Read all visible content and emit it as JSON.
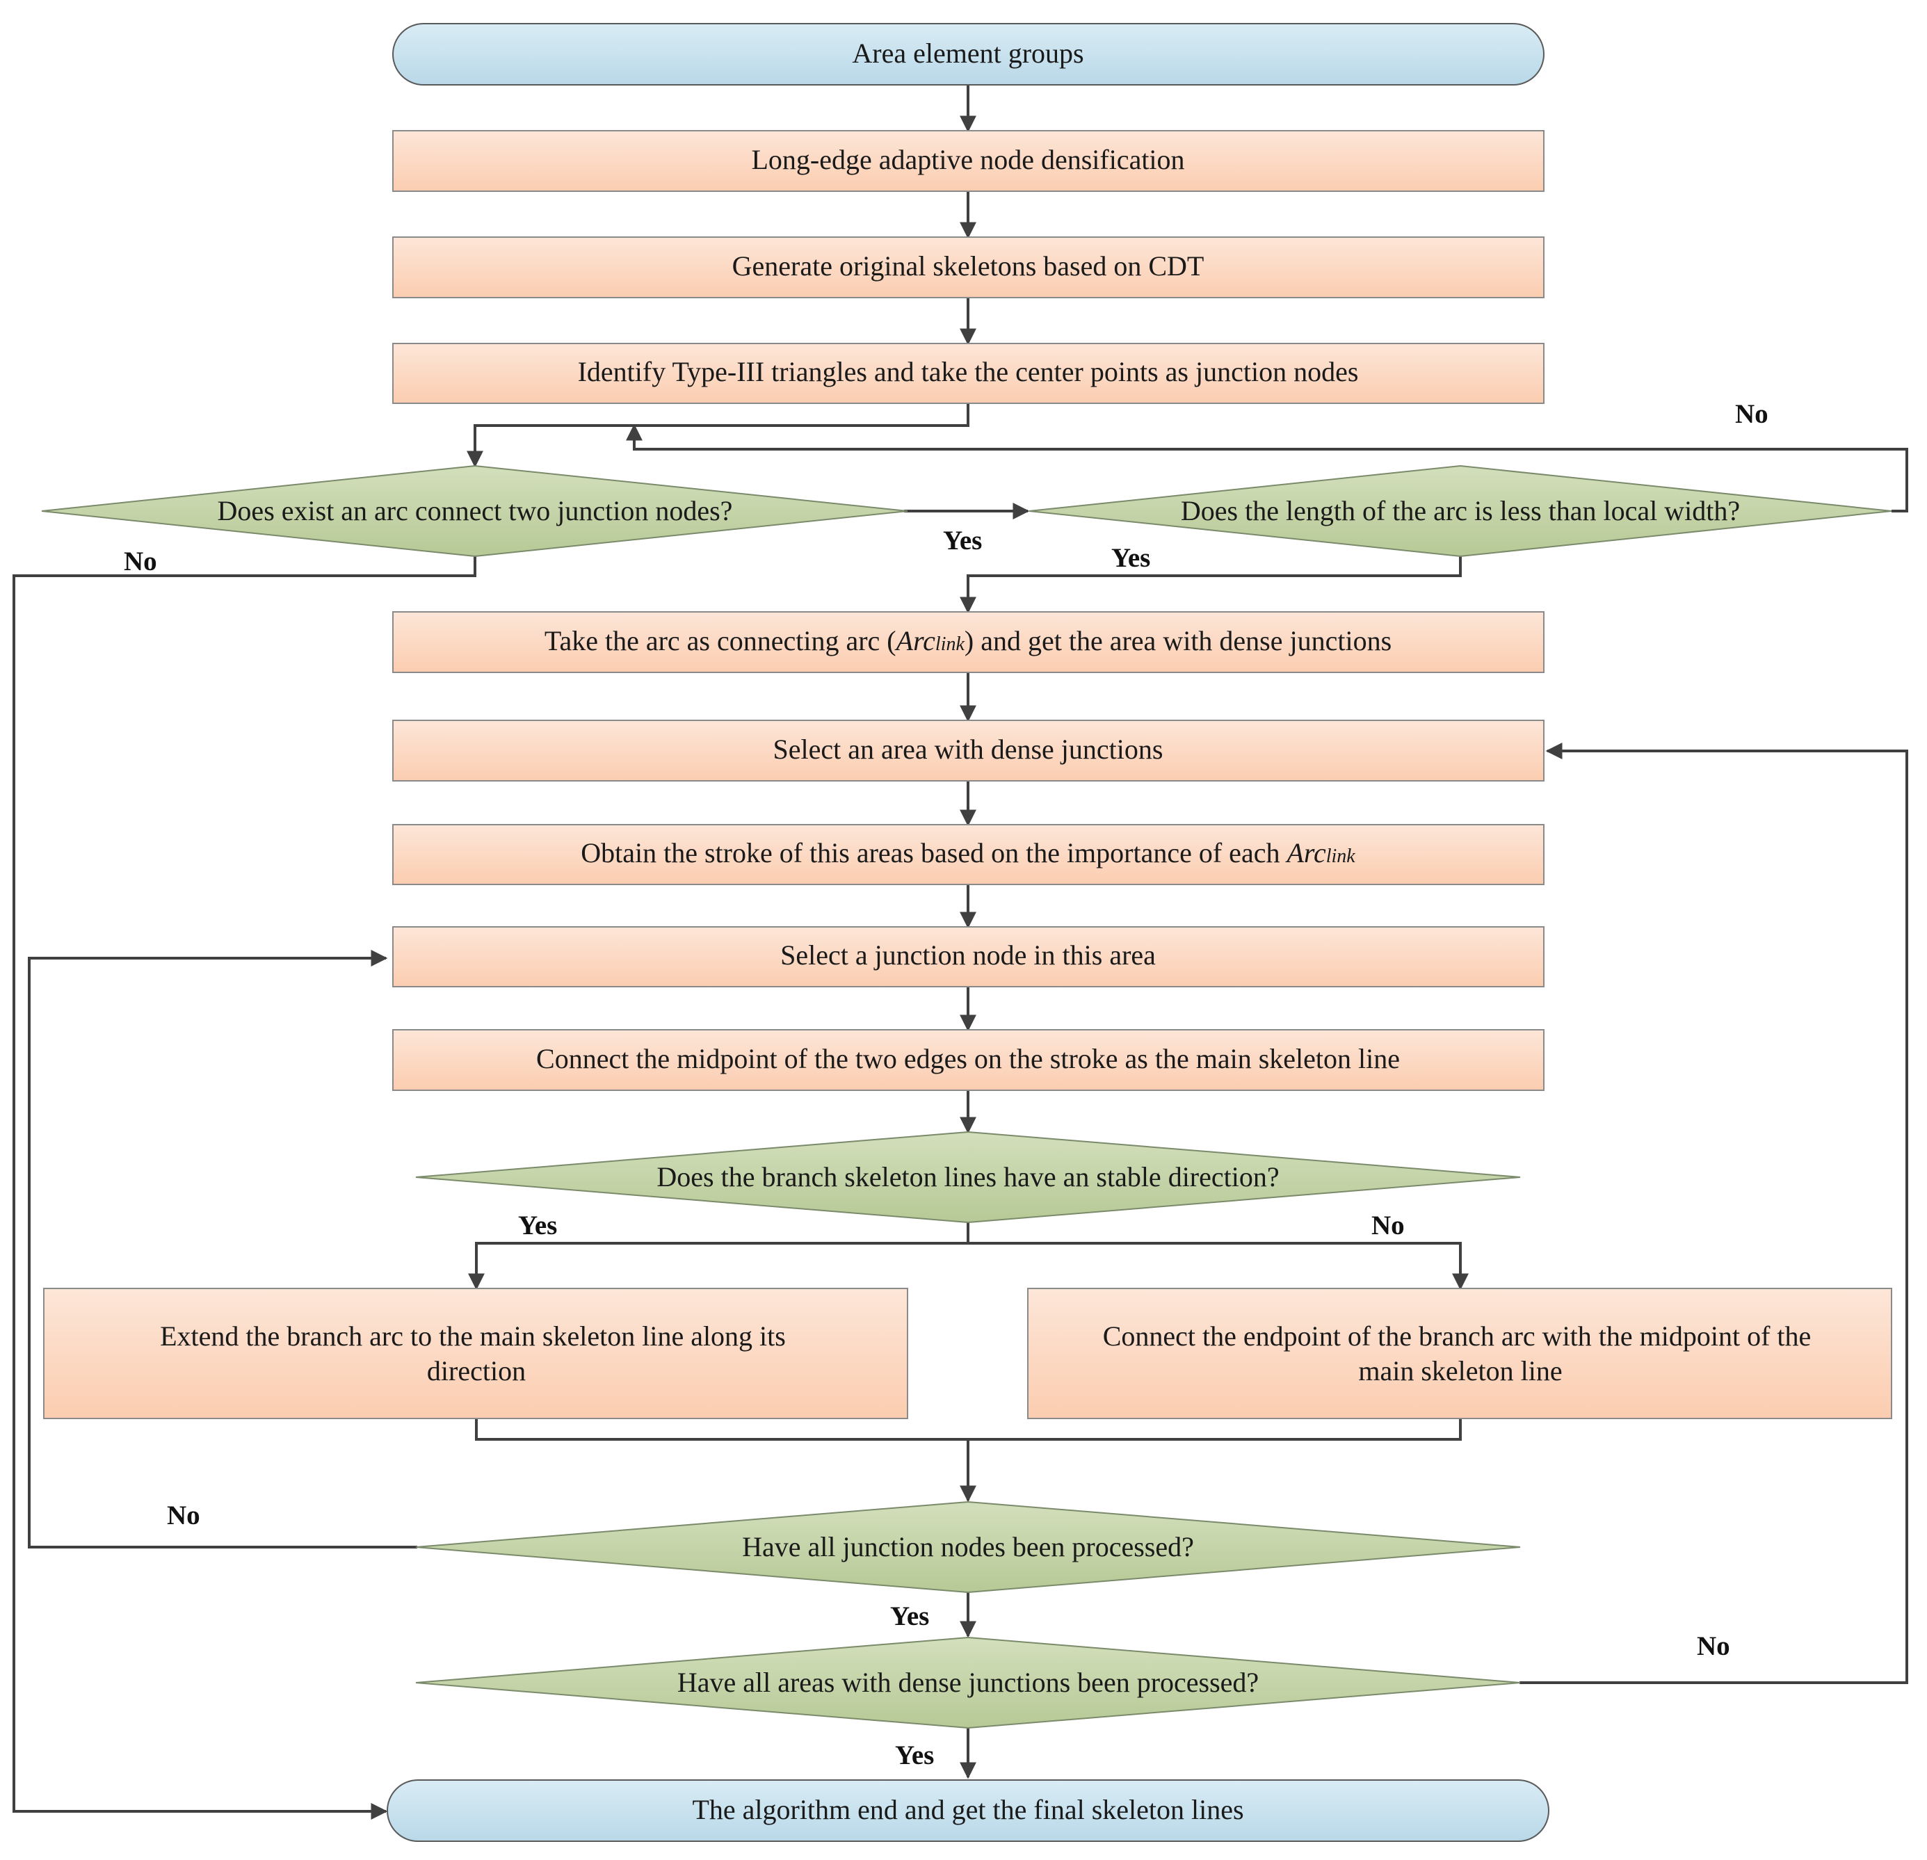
{
  "colors": {
    "process_fill": "#fbd3bb",
    "terminal_fill": "#c4dfec",
    "decision_fill": "#c3d2a3",
    "line": "#404040"
  },
  "nodes": {
    "start": "Area element groups",
    "densify": "Long-edge adaptive node densification",
    "skeletons": "Generate original skeletons based on CDT",
    "identify": "Identify Type-III triangles and take the center points as junction nodes",
    "q_arc_exists": "Does exist an arc connect two junction nodes?",
    "q_arc_length": "Does the length of the arc is less than local width?",
    "take_arc": {
      "before": "Take the arc as connecting arc (",
      "arc": "Arc",
      "sub": "link",
      "after": ") and get the area with dense junctions"
    },
    "select_area": "Select an area with dense junctions",
    "obtain_stroke": {
      "before": "Obtain the stroke of this areas based on the importance of each ",
      "arc": "Arc",
      "sub": "link"
    },
    "select_node": "Select a junction node in this area",
    "connect_midpoint": "Connect the midpoint of the two edges on the stroke as the main skeleton line",
    "q_stable": "Does the  branch skeleton lines have an stable direction?",
    "extend_branch": [
      "Extend the branch arc to the main skeleton line along its",
      "direction"
    ],
    "connect_endpoint": [
      "Connect the endpoint of the branch arc with the midpoint of the",
      "main skeleton line"
    ],
    "q_all_nodes": "Have all junction nodes been processed?",
    "q_all_areas": "Have all areas with dense junctions been processed?",
    "end": "The algorithm end and get the final skeleton lines"
  },
  "edge_labels": {
    "arc_exists_no": "No",
    "arc_exists_yes": "Yes",
    "arc_length_no": "No",
    "arc_length_yes": "Yes",
    "stable_yes": "Yes",
    "stable_no": "No",
    "all_nodes_no": "No",
    "all_nodes_yes": "Yes",
    "all_areas_no": "No",
    "all_areas_yes": "Yes"
  }
}
